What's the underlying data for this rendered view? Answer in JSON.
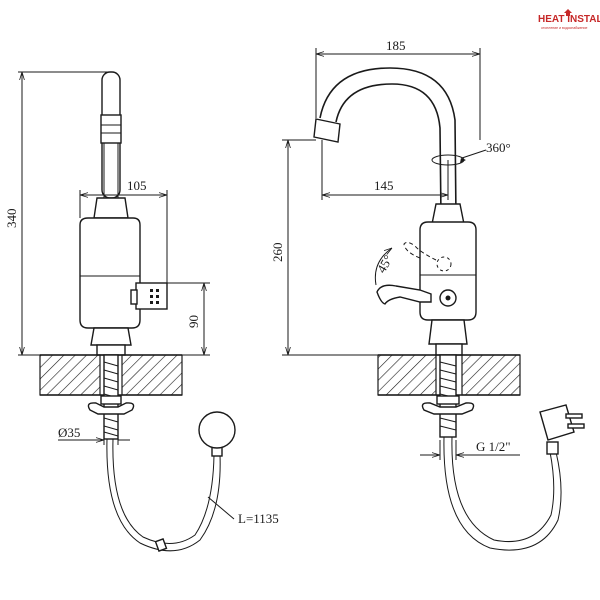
{
  "brand": {
    "name": "HEAT INSTALL",
    "tagline": "отопление и водоснабжение",
    "color": "#c62828"
  },
  "side_view": {
    "height_total": "340",
    "width_body": "105",
    "height_control": "90",
    "diameter_base": "Ø35",
    "cable_length": "L=1135"
  },
  "front_view": {
    "spout_reach": "185",
    "spout_offset": "145",
    "height_spout": "260",
    "rotation": "360°",
    "lever_angle": "45°",
    "thread": "G 1/2\""
  }
}
